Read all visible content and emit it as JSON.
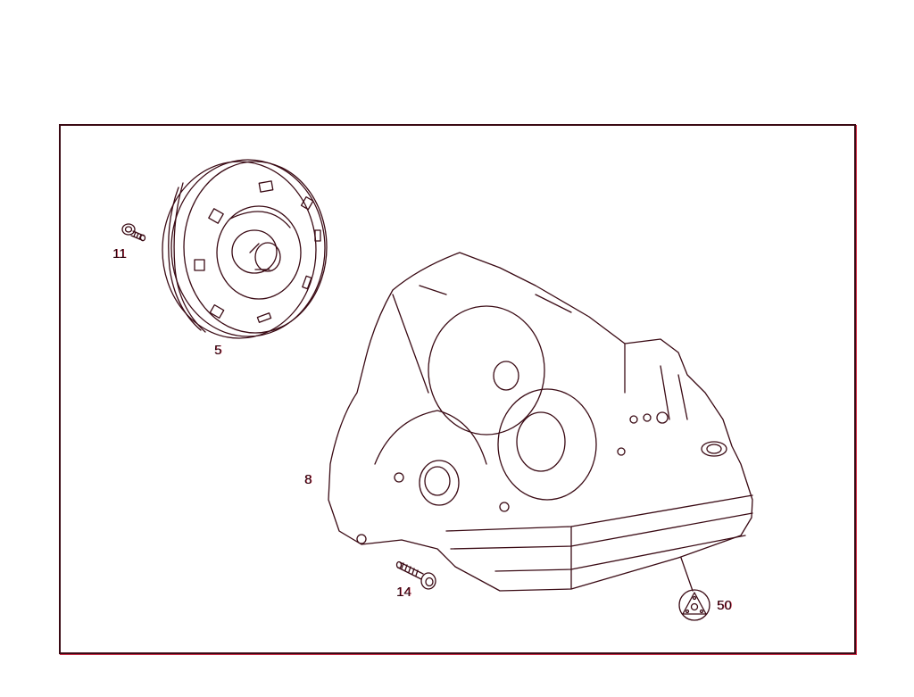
{
  "diagram": {
    "type": "exploded parts diagram",
    "subject": "automatic transmission assembly",
    "line_color": "#3a0a14",
    "fringe_color": "#d0304a",
    "callouts": [
      {
        "id": "callout-11",
        "label": "11",
        "part": "bolt (small hex bolt)"
      },
      {
        "id": "callout-5",
        "label": "5",
        "part": "torque converter"
      },
      {
        "id": "callout-8",
        "label": "8",
        "part": "transmission housing"
      },
      {
        "id": "callout-14",
        "label": "14",
        "part": "bolt (long flange bolt)"
      },
      {
        "id": "callout-50",
        "label": "50",
        "part": "reference symbol (triangle in circle)"
      }
    ]
  }
}
